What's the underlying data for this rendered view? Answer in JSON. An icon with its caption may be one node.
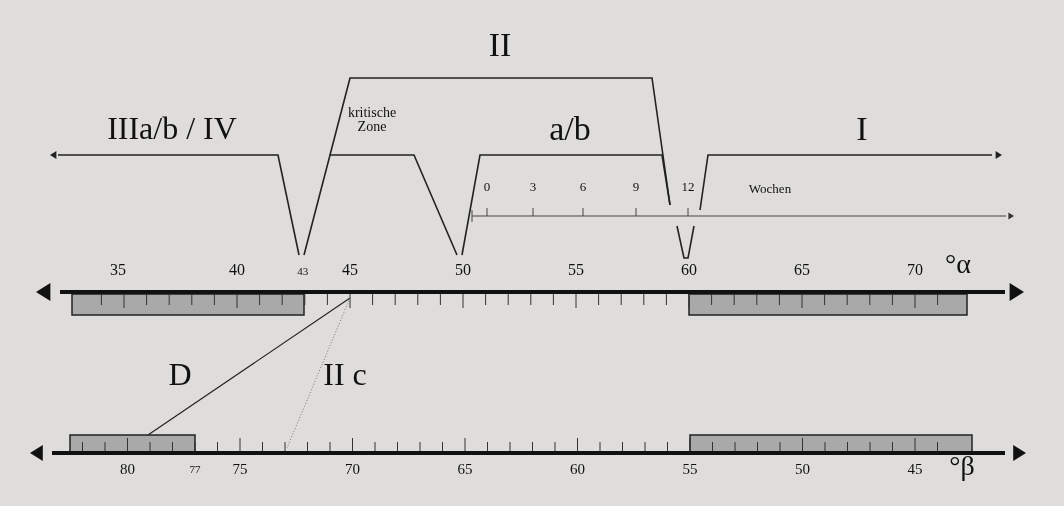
{
  "diagram": {
    "labels": [
      "II",
      "IIIa/b / IV",
      "kritische Zone",
      "a/b",
      "I",
      "0",
      "3",
      "6",
      "9",
      "12",
      "Wochen",
      "35",
      "40",
      "43",
      "45",
      "50",
      "55",
      "60",
      "65",
      "70",
      "°α",
      "D",
      "II c",
      "80",
      "77",
      "75",
      "70",
      "65",
      "60",
      "55",
      "50",
      "45",
      "°β"
    ]
  }
}
